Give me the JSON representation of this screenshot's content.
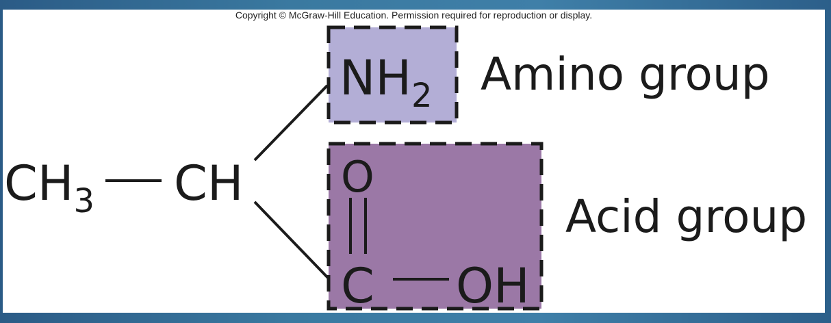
{
  "copyright": "Copyright © McGraw-Hill Education. Permission required for reproduction or display.",
  "molecule": {
    "methyl": {
      "main": "CH",
      "subscript": "3"
    },
    "alpha_carbon": "CH",
    "amine": {
      "main": "NH",
      "subscript": "2"
    },
    "carbonyl_oxygen": "O",
    "carboxyl_carbon": "C",
    "hydroxyl": "OH"
  },
  "labels": {
    "amino_group": "Amino group",
    "acid_group": "Acid group"
  },
  "colors": {
    "amino_box": "#b3aed6",
    "acid_box": "#9b78a6",
    "ink": "#1b1b1b",
    "background": "#3a79a0"
  }
}
